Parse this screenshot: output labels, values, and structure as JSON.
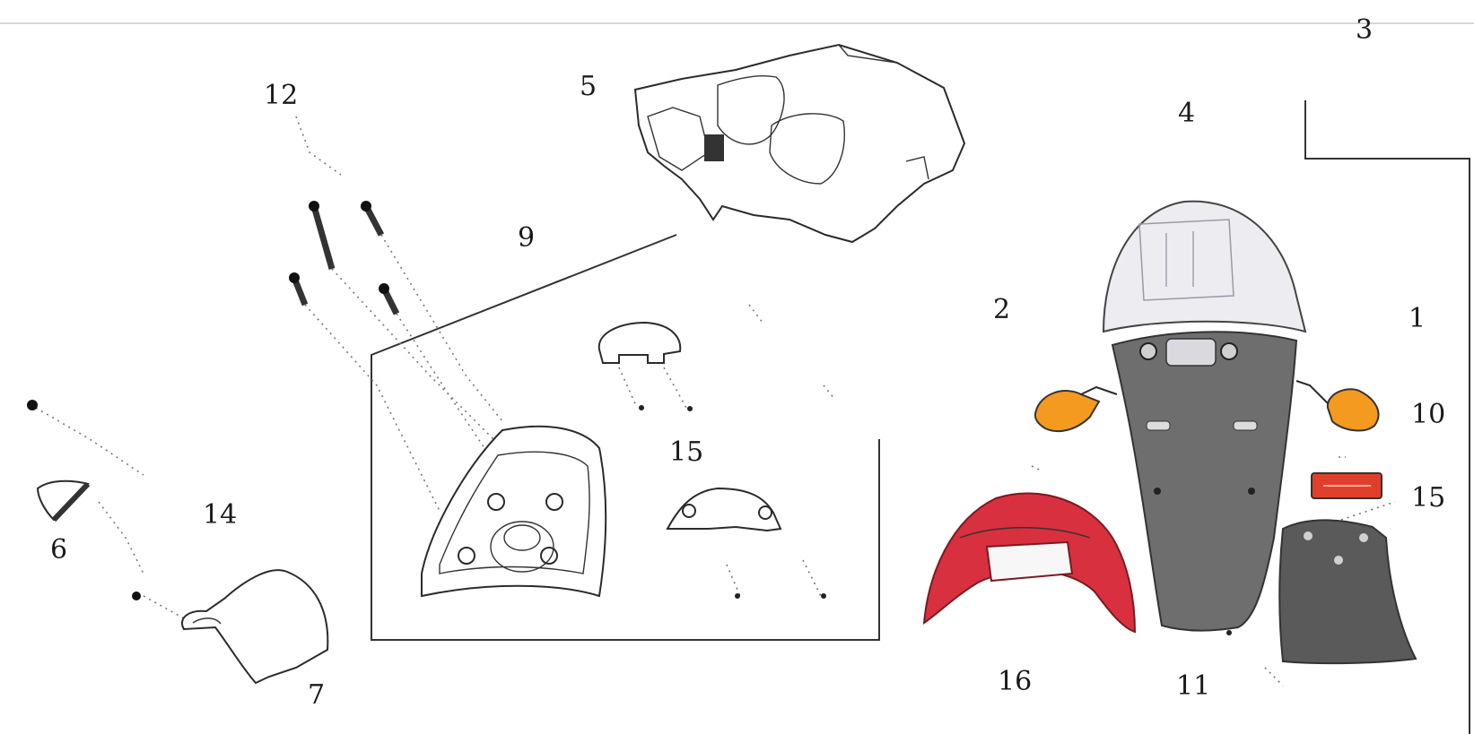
{
  "diagram": {
    "callouts": [
      "3",
      "12",
      "5",
      "4",
      "9",
      "2",
      "1",
      "10",
      "15",
      "15",
      "14",
      "6",
      "7",
      "16",
      "11"
    ]
  },
  "colors": {
    "line": "#2b2b2b",
    "fender_gray": "#6e6e6e",
    "tail_red": "#d8303f",
    "reflector_red": "#e0402a",
    "signal_amber": "#f39a1f",
    "lens_clear": "#e9e9ef"
  }
}
